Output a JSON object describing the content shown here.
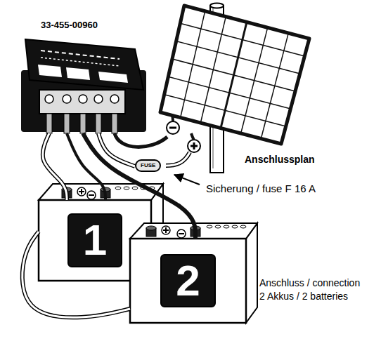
{
  "diagram": {
    "title": "Anschlussplan",
    "nodes": [
      {
        "text": [
          "33-455-00960"
        ]
      },
      {
        "text": [
          "1"
        ]
      },
      {
        "text": [
          "2"
        ]
      },
      {
        "text": [
          "FUSE"
        ]
      }
    ],
    "edges": [
      {
        "from": 0,
        "to": 1,
        "arrow": "none"
      },
      {
        "from": 0,
        "to": 1,
        "arrow": "none"
      },
      {
        "from": 0,
        "to": 2,
        "arrow": "none"
      },
      {
        "from": 1,
        "to": 2,
        "arrow": "none"
      },
      {
        "from": 0,
        "to": 3,
        "arrow": "none"
      }
    ],
    "labels": [
      "Sicherung / fuse F 16 A",
      "Anschluss / connection",
      "2 Akkus / 2 batteries"
    ]
  }
}
